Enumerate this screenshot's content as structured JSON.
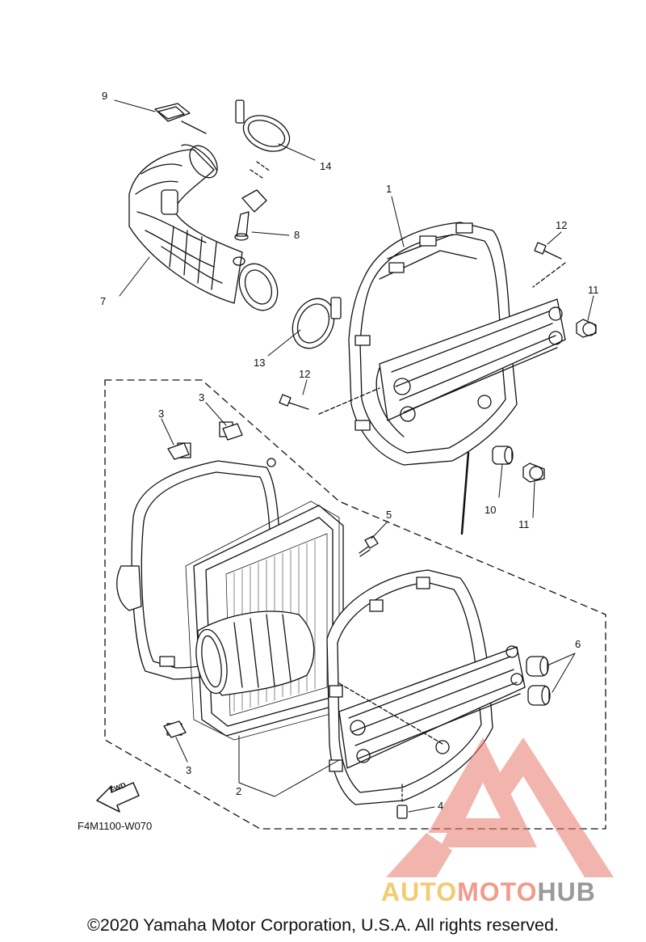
{
  "diagram": {
    "code": "F4M1100-W070",
    "fwd_label": "FWD",
    "callouts": {
      "c1": "1",
      "c2": "2",
      "c3a": "3",
      "c3b": "3",
      "c3c": "3",
      "c4": "4",
      "c5": "5",
      "c6": "6",
      "c7": "7",
      "c8": "8",
      "c9": "9",
      "c10": "10",
      "c11a": "11",
      "c11b": "11",
      "c12a": "12",
      "c12b": "12",
      "c13": "13",
      "c14": "14"
    }
  },
  "footer": {
    "copyright": "©2020 Yamaha Motor Corporation, U.S.A. All rights reserved."
  },
  "watermark": {
    "part1": "AUTO",
    "part2": "MOTO",
    "part3": "HUB",
    "colors": {
      "yellow": "#f2c25a",
      "salmon": "#f08a7a",
      "gray": "#888888"
    }
  }
}
